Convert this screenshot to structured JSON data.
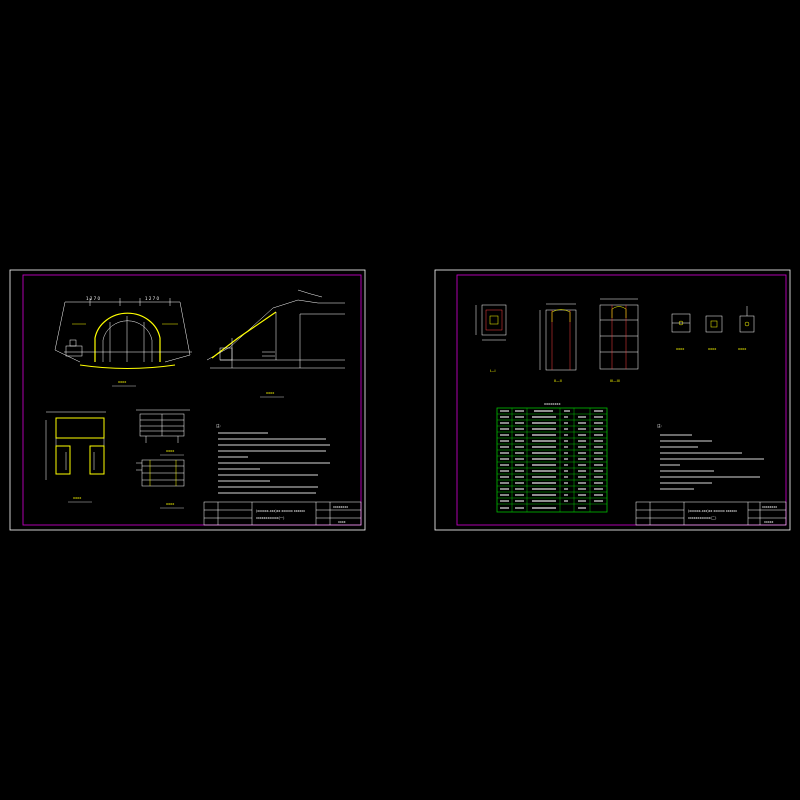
{
  "colors": {
    "background": "#000000",
    "frame": "#c000c0",
    "lines": "#ffffff",
    "highlight": "#ffff00",
    "table": "#00c000",
    "cyan": "#00c0c0"
  },
  "sheet1": {
    "title_line1": "(xxxxxx-xxx)xx xxxxxx xxxxxx",
    "title_line2": "xxxxxxxxxxxx(一)",
    "project": "xxxxxxxx",
    "sheet_no": "xxxx",
    "views": {
      "front": "xxxx",
      "side": "xxxx",
      "detail_a": "xxxx",
      "detail_b": "xxxx",
      "detail_c": "xxxx"
    },
    "notes_heading": "注:",
    "notes": [
      "1. ",
      "2. ",
      "3. ",
      "4. ",
      "5. ",
      "6. ",
      "7. "
    ]
  },
  "sheet2": {
    "title_line1": "(xxxxxx-xxx)xx xxxxxx xxxxxx",
    "title_line2": "xxxxxxxxxxxx(二)",
    "project": "xxxxxxxx",
    "sheet_no": "xxxxx",
    "views": {
      "v1": "I—I",
      "v2": "II—II",
      "v3": "III—III",
      "p1": "xxxx",
      "p2": "xxxx",
      "p3": "xxxx"
    },
    "table_title": "xxxxxxxx",
    "notes_heading": "注:",
    "notes": [
      "1. ",
      "2. ",
      "3. ",
      "4. ",
      "5. ",
      "6. ",
      "7. "
    ]
  }
}
